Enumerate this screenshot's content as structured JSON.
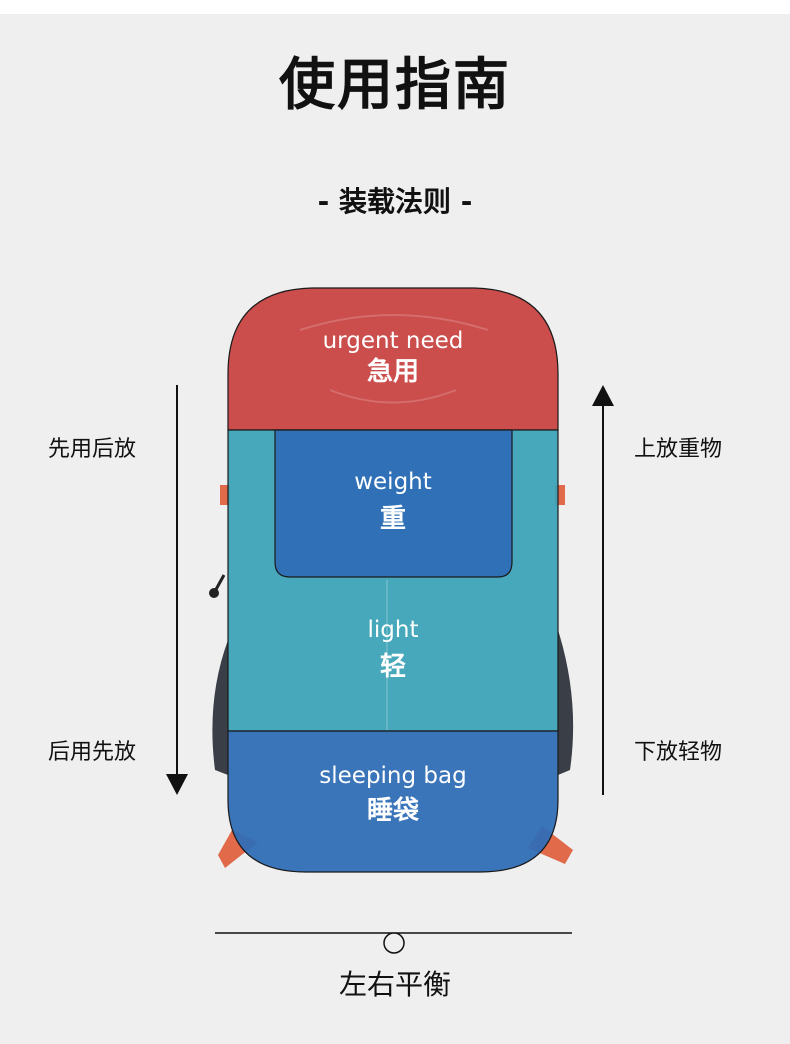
{
  "title": "使用指南",
  "subtitle": "- 装载法则 -",
  "left_labels": {
    "top": "先用后放",
    "bottom": "后用先放"
  },
  "right_labels": {
    "top": "上放重物",
    "bottom": "下放轻物"
  },
  "zones": {
    "top": {
      "en": "urgent need",
      "zh": "急用"
    },
    "upper": {
      "en": "weight",
      "zh": "重"
    },
    "middle": {
      "en": "light",
      "zh": "轻"
    },
    "bottom": {
      "en": "sleeping bag",
      "zh": "睡袋"
    }
  },
  "balance": "左右平衡",
  "colors": {
    "zone_red": "#c8413f",
    "zone_teal": "#3aa2b7",
    "zone_blue": "#2f6db5",
    "backpack_strap": "#e06a4a",
    "backpack_body": "#4a4f5a"
  }
}
